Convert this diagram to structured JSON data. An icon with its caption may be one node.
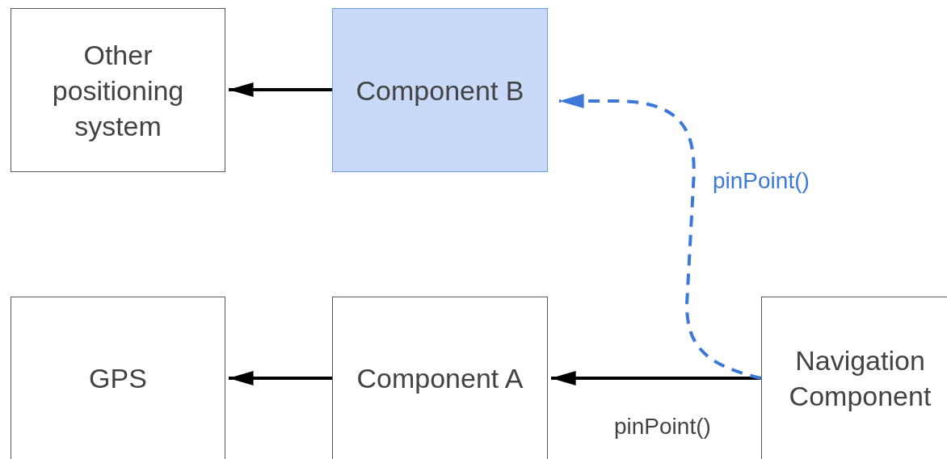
{
  "diagram": {
    "nodes": [
      {
        "text": [
          "Other positioning system"
        ]
      },
      {
        "text": [
          "Component B"
        ]
      },
      {
        "text": [
          "GPS"
        ]
      },
      {
        "text": [
          "Component A"
        ]
      },
      {
        "text": [
          "Navigation Component"
        ]
      }
    ],
    "edges": [
      {
        "from": 1,
        "to": 0,
        "arrow": "to"
      },
      {
        "from": 3,
        "to": 2,
        "arrow": "to"
      },
      {
        "from": 4,
        "to": 3,
        "arrow": "to",
        "label": "pinPoint()"
      },
      {
        "from": 4,
        "to": 1,
        "arrow": "to",
        "label": "pinPoint()",
        "style": "dashed",
        "color": "#3c78d8"
      }
    ]
  }
}
